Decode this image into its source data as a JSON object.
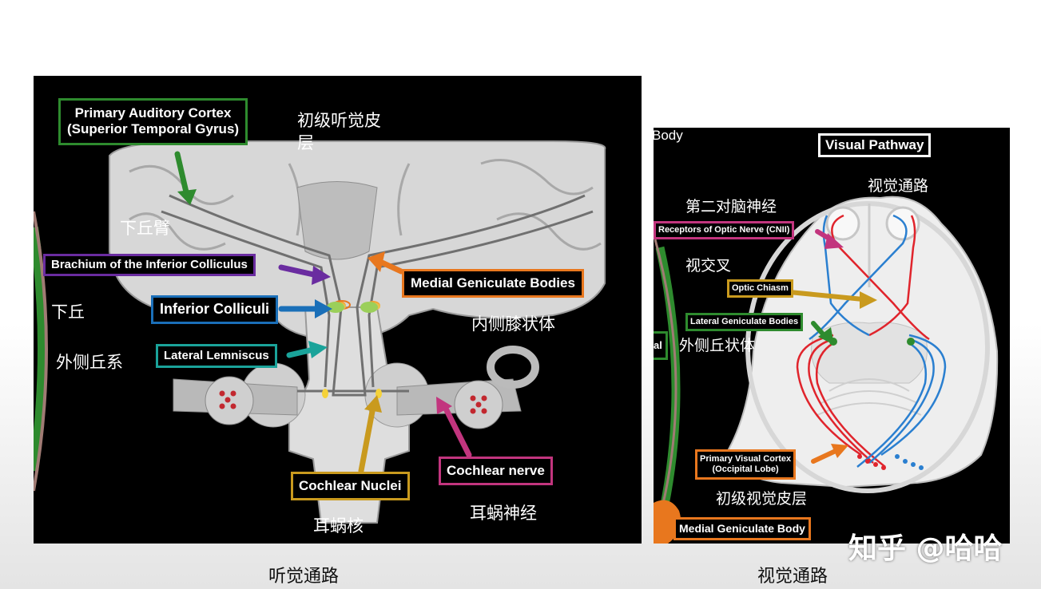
{
  "auditory": {
    "labels": {
      "primary_cortex_line1": "Primary Auditory Cortex",
      "primary_cortex_line2": "(Superior Temporal Gyrus)",
      "brachium": "Brachium of the Inferior Colliculus",
      "medial_geniculate": "Medial Geniculate Bodies",
      "inferior_colliculi": "Inferior Colliculi",
      "lateral_lemniscus": "Lateral Lemniscus",
      "cochlear_nuclei": "Cochlear Nuclei",
      "cochlear_nerve": "Cochlear nerve"
    },
    "chinese": {
      "primary_cortex_a": "初级听觉皮",
      "primary_cortex_b": "层",
      "brachium": "下丘臂",
      "inferior_colliculus": "下丘",
      "lateral_lemniscus": "外侧丘系",
      "medial_geniculate": "内侧膝状体",
      "cochlear_nuclei": "耳蜗核",
      "cochlear_nerve": "耳蜗神经"
    },
    "caption": "听觉通路"
  },
  "visual": {
    "labels": {
      "body_fragment": "Body",
      "title": "Visual Pathway",
      "receptors": "Receptors of Optic Nerve (CNII)",
      "chiasm": "Optic Chiasm",
      "lgb": "Lateral Geniculate Bodies",
      "al_fragment": "al",
      "primary_visual_line1": "Primary Visual Cortex",
      "primary_visual_line2": "(Occipital Lobe)",
      "mgb": "Medial Geniculate Body"
    },
    "chinese": {
      "title": "视觉通路",
      "cn2": "第二对脑神经",
      "chiasm": "视交叉",
      "lgb": "外侧丘状体",
      "primary_visual": "初级视觉皮层"
    },
    "caption": "视觉通路"
  },
  "watermark": "知乎 @哈哈",
  "colors": {
    "green": "#2e8b2e",
    "purple": "#6a2ca0",
    "orange": "#e8771e",
    "blue": "#1a6fb8",
    "teal": "#1aa39a",
    "gold": "#c99a1e",
    "magenta": "#c2357e",
    "red_tract": "#e0242c",
    "blue_tract": "#2a7fd0"
  }
}
